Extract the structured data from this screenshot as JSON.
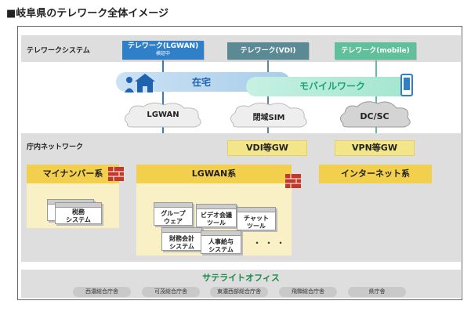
{
  "title": "■岐阜県のテレワーク全体イメージ",
  "telework_system": {
    "label": "テレワークシステム",
    "lgwan": {
      "label": "テレワーク(LGWAN)",
      "sub": "検証中"
    },
    "vdi": {
      "label": "テレワーク(VDI)"
    },
    "mobile": {
      "label": "テレワーク(mobile)"
    }
  },
  "work_modes": {
    "home": "在宅",
    "mobile": "モバイルワーク"
  },
  "clouds": [
    "LGWAN",
    "閉域SIM",
    "DC/SC"
  ],
  "internal_network": {
    "label": "庁内ネットワーク",
    "gateways": {
      "vdi": "VDI等GW",
      "vpn": "VPN等GW"
    },
    "zones": {
      "mynumber": {
        "label": "マイナンバー系",
        "apps": [
          "税務\nシステム"
        ]
      },
      "lgwan": {
        "label": "LGWAN系",
        "apps": [
          "グループ\nウェア",
          "ビデオ会議\nツール",
          "チャット\nツール",
          "財務会計\nシステム",
          "人事給与\nシステム"
        ],
        "more": "・・・"
      },
      "internet": {
        "label": "インターネット系"
      }
    }
  },
  "satellite": {
    "title": "サテライトオフィス",
    "offices": [
      "西濃総合庁舎",
      "可茂総合庁舎",
      "東濃西部総合庁舎",
      "飛騨総合庁舎",
      "県庁舎"
    ]
  },
  "colors": {
    "lgwan_blue": "#2f80c9",
    "vdi_teal": "#5b8a94",
    "mobile_green": "#5fc09b",
    "zone_yellow": "#f3cf4e"
  }
}
